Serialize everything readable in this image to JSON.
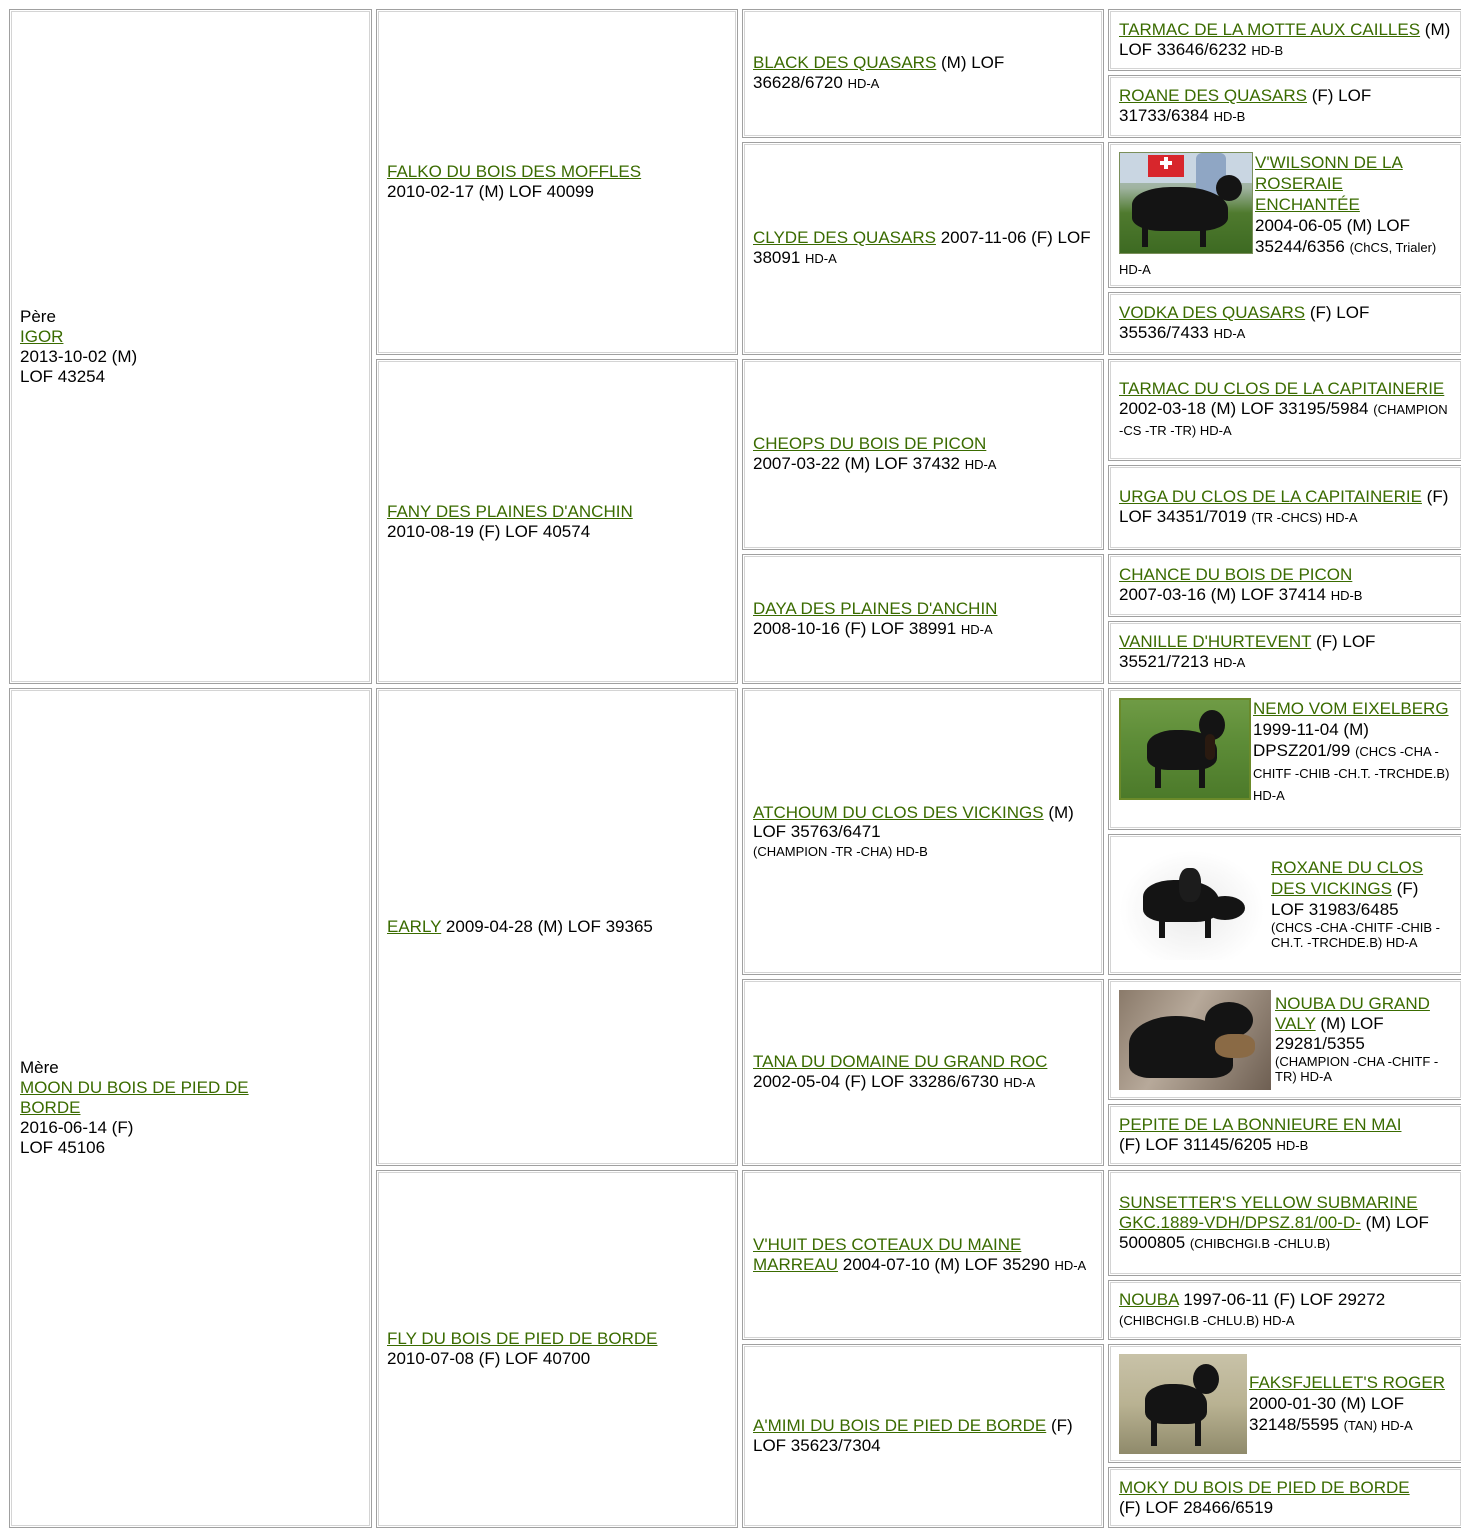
{
  "generation1": {
    "sire": {
      "role": "Père",
      "name": "IGOR",
      "line1": "2013-10-02 (M)",
      "line2": "LOF 43254"
    },
    "dam": {
      "role": "Mère",
      "name": "MOON DU BOIS DE PIED DE BORDE",
      "line1": "2016-06-14 (F)",
      "line2": "LOF 45106"
    }
  },
  "generation2": [
    {
      "name": "FALKO DU BOIS DES MOFFLES",
      "rest": "2010-02-17 (M) LOF 40099"
    },
    {
      "name": "FANY DES PLAINES D'ANCHIN",
      "rest": "2010-08-19 (F) LOF 40574"
    },
    {
      "name": "EARLY",
      "rest": "2009-04-28 (M) LOF 39365"
    },
    {
      "name": "FLY DU BOIS DE PIED DE BORDE",
      "rest": "2010-07-08 (F) LOF 40700"
    }
  ],
  "generation3": [
    {
      "name": "BLACK DES QUASARS",
      "rest": "(M) LOF 36628/6720",
      "hd": "HD-A"
    },
    {
      "name": "CLYDE DES QUASARS",
      "rest": "2007-11-06 (F) LOF 38091",
      "hd": "HD-A"
    },
    {
      "name": "CHEOPS DU BOIS DE PICON",
      "rest": "2007-03-22 (M) LOF 37432",
      "hd": "HD-A"
    },
    {
      "name": "DAYA DES PLAINES D'ANCHIN",
      "rest": "2008-10-16 (F) LOF 38991",
      "hd": "HD-A"
    },
    {
      "name": "ATCHOUM DU CLOS DES VICKINGS",
      "rest": "(M) LOF 35763/6471",
      "hd": "(CHAMPION -TR -CHA) HD-B"
    },
    {
      "name": "TANA DU DOMAINE DU GRAND ROC",
      "rest": "2002-05-04 (F) LOF 33286/6730",
      "hd": "HD-A"
    },
    {
      "name": "V'HUIT DES COTEAUX DU MAINE MARREAU",
      "rest": "2004-07-10 (M) LOF 35290",
      "hd": "HD-A"
    },
    {
      "name": "A'MIMI DU BOIS DE PIED DE BORDE",
      "rest": "(F) LOF 35623/7304",
      "hd": ""
    }
  ],
  "generation4": [
    {
      "name": "TARMAC DE LA MOTTE AUX CAILLES",
      "rest": "(M) LOF 33646/6232",
      "hd": "HD-B"
    },
    {
      "name": "ROANE DES QUASARS",
      "rest": "(F) LOF 31733/6384",
      "hd": "HD-B"
    },
    {
      "name": "V'WILSONN DE LA ROSERAIE ENCHANTÉE",
      "rest": "2004-06-05 (M) LOF 35244/6356",
      "hd": "(ChCS, Trialer) HD-A",
      "photo": "dog-photo"
    },
    {
      "name": "VODKA DES QUASARS",
      "rest": "(F) LOF 35536/7433",
      "hd": "HD-A"
    },
    {
      "name": "TARMAC DU CLOS DE LA CAPITAINERIE",
      "rest": "2002-03-18 (M) LOF 33195/5984",
      "hd": "(CHAMPION -CS -TR -TR) HD-A"
    },
    {
      "name": "URGA DU CLOS DE LA CAPITAINERIE",
      "rest": "(F) LOF 34351/7019",
      "hd": "(TR -CHCS) HD-A"
    },
    {
      "name": "CHANCE DU BOIS DE PICON",
      "rest": "2007-03-16 (M) LOF 37414",
      "hd": "HD-B"
    },
    {
      "name": "VANILLE D'HURTEVENT",
      "rest": "(F) LOF 35521/7213",
      "hd": "HD-A"
    },
    {
      "name": "NEMO VOM EIXELBERG",
      "rest": "1999-11-04 (M) DPSZ201/99",
      "hd": "(CHCS -CHA -CHITF -CHIB -CH.T. -TRCHDE.B) HD-A",
      "photo": "dog-photo"
    },
    {
      "name": "ROXANE DU CLOS DES VICKINGS",
      "rest": "(F) LOF 31983/6485",
      "hd": "(CHCS -CHA -CHITF -CHIB -CH.T. -TRCHDE.B) HD-A",
      "photo": "dog-photo"
    },
    {
      "name": "NOUBA DU GRAND VALY",
      "rest": "(M) LOF 29281/5355",
      "hd": "(CHAMPION -CHA -CHITF -TR) HD-A",
      "photo": "dog-photo"
    },
    {
      "name": "PEPITE DE LA BONNIEURE EN MAI",
      "rest": "(F) LOF 31145/6205",
      "hd": "HD-B"
    },
    {
      "name": "SUNSETTER'S YELLOW SUBMARINE GKC.1889-VDH/DPSZ.81/00-D-",
      "rest": "(M) LOF 5000805",
      "hd": "(CHIBCHGI.B -CHLU.B)"
    },
    {
      "name": "NOUBA",
      "rest": "1997-06-11 (F) LOF 29272",
      "hd": "(CHIBCHGI.B -CHLU.B) HD-A"
    },
    {
      "name": "FAKSFJELLET'S ROGER",
      "rest": "2000-01-30 (M) LOF 32148/5595",
      "hd": "(TAN) HD-A",
      "photo": "dog-photo"
    },
    {
      "name": "MOKY DU BOIS DE PIED DE BORDE",
      "rest": "(F) LOF 28466/6519",
      "hd": ""
    }
  ]
}
